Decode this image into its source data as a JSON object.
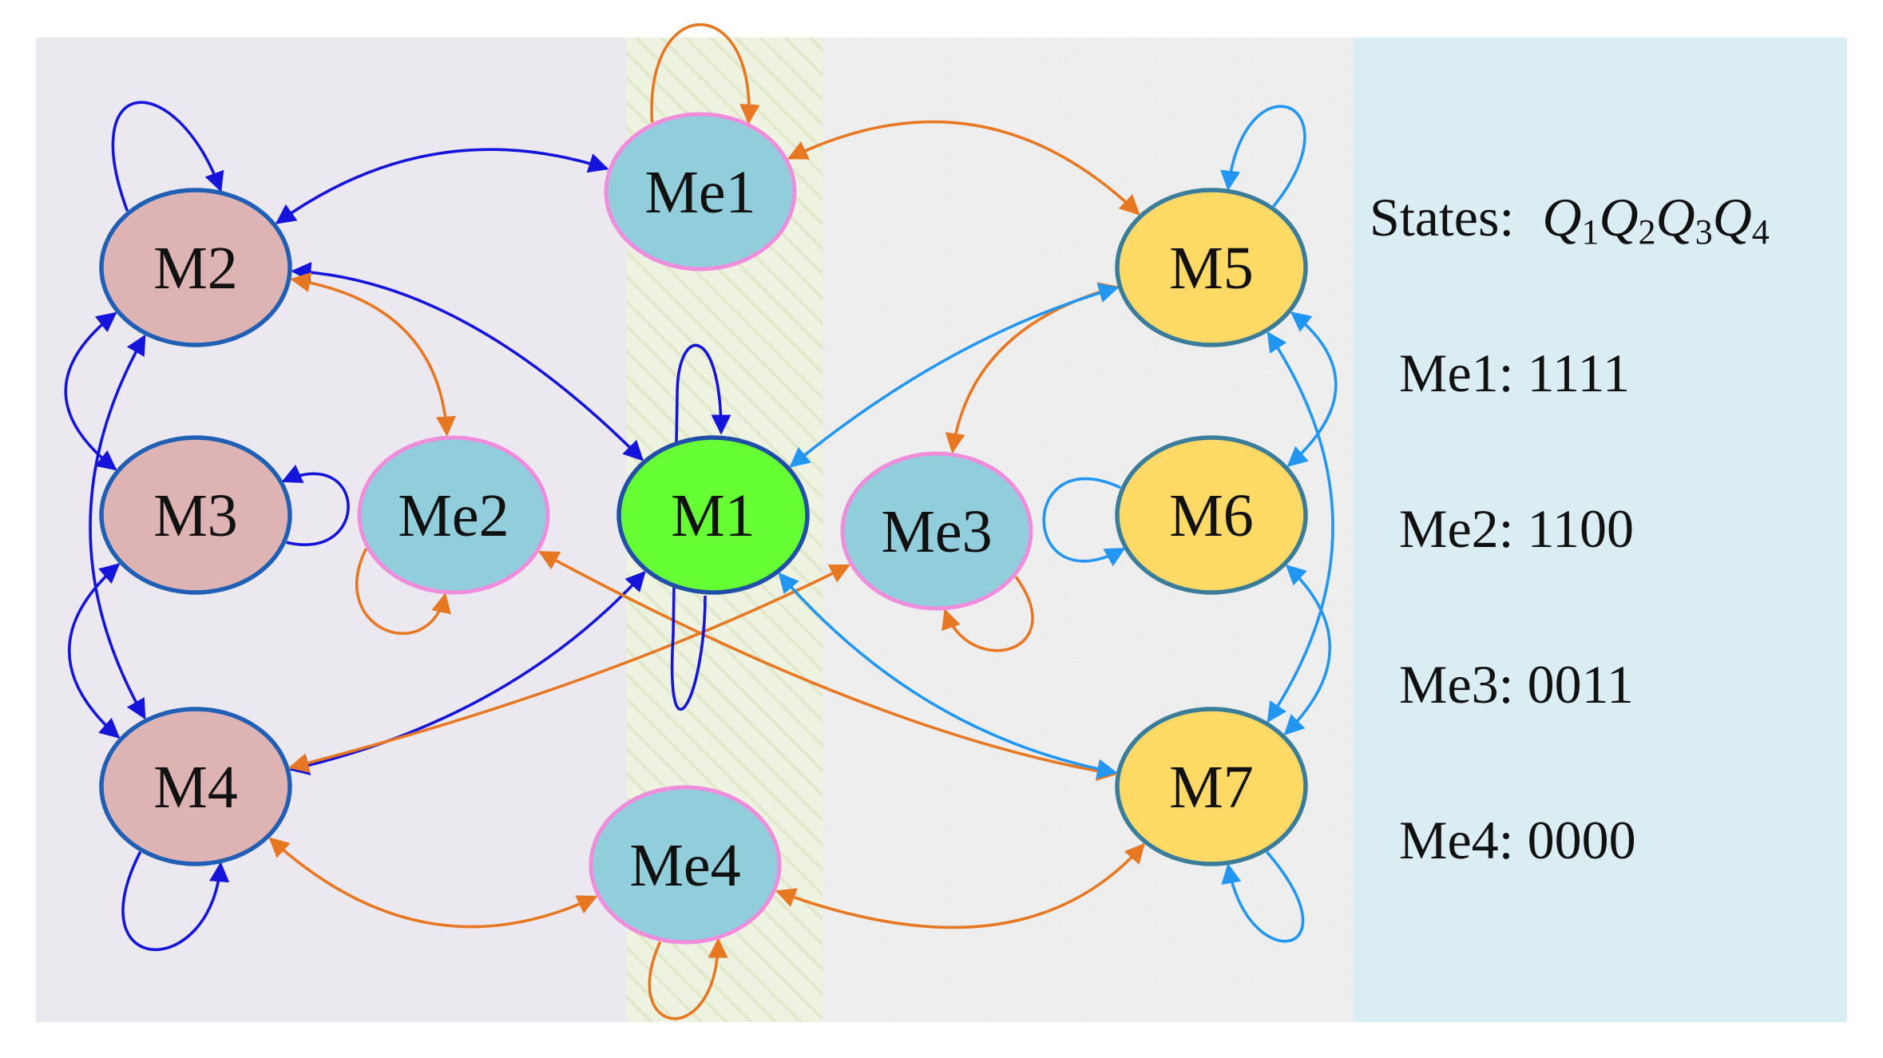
{
  "nodes": [
    {
      "id": "M1",
      "label": "M1",
      "fill": "#66ff33",
      "stroke": "#1f4fa8"
    },
    {
      "id": "M2",
      "label": "M2",
      "fill": "#ddb3b3",
      "stroke": "#1f5fb5"
    },
    {
      "id": "M3",
      "label": "M3",
      "fill": "#ddb3b3",
      "stroke": "#1f5fb5"
    },
    {
      "id": "M4",
      "label": "M4",
      "fill": "#ddb3b3",
      "stroke": "#1f5fb5"
    },
    {
      "id": "M5",
      "label": "M5",
      "fill": "#ffd966",
      "stroke": "#3a7d9a"
    },
    {
      "id": "M6",
      "label": "M6",
      "fill": "#ffd966",
      "stroke": "#3a7d9a"
    },
    {
      "id": "M7",
      "label": "M7",
      "fill": "#ffd966",
      "stroke": "#3a7d9a"
    },
    {
      "id": "Me1",
      "label": "Me1",
      "fill": "#92cddc",
      "stroke": "#f08cdc"
    },
    {
      "id": "Me2",
      "label": "Me2",
      "fill": "#92cddc",
      "stroke": "#f08cdc"
    },
    {
      "id": "Me3",
      "label": "Me3",
      "fill": "#92cddc",
      "stroke": "#f08cdc"
    },
    {
      "id": "Me4",
      "label": "Me4",
      "fill": "#92cddc",
      "stroke": "#f08cdc"
    }
  ],
  "colors": {
    "dark_blue": "#1414dc",
    "light_blue": "#2196f3",
    "orange": "#e87722",
    "panel_left": "#ece8f0",
    "panel_middle": "#eef2e0",
    "panel_right": "#eeeeee",
    "panel_legend": "#daedf3"
  },
  "edges": [
    {
      "from": "M2",
      "to": "Me1",
      "color": "dark_blue"
    },
    {
      "from": "M2",
      "to": "M1",
      "color": "dark_blue"
    },
    {
      "from": "M2",
      "to": "M3",
      "color": "dark_blue"
    },
    {
      "from": "M3",
      "to": "M4",
      "color": "dark_blue"
    },
    {
      "from": "M2",
      "to": "M4",
      "color": "dark_blue"
    },
    {
      "from": "M4",
      "to": "M1",
      "color": "dark_blue"
    },
    {
      "from": "M2",
      "to": "Me2",
      "color": "orange"
    },
    {
      "from": "Me1",
      "to": "M5",
      "color": "orange"
    },
    {
      "from": "M5",
      "to": "Me3",
      "color": "orange"
    },
    {
      "from": "Me2",
      "to": "M7",
      "color": "orange"
    },
    {
      "from": "Me3",
      "to": "M4",
      "color": "orange"
    },
    {
      "from": "M4",
      "to": "Me4",
      "color": "orange"
    },
    {
      "from": "Me4",
      "to": "M7",
      "color": "orange"
    },
    {
      "from": "M5",
      "to": "M1",
      "color": "light_blue"
    },
    {
      "from": "M5",
      "to": "M6",
      "color": "light_blue"
    },
    {
      "from": "M6",
      "to": "M7",
      "color": "light_blue"
    },
    {
      "from": "M5",
      "to": "M7",
      "color": "light_blue"
    },
    {
      "from": "M1",
      "to": "M7",
      "color": "light_blue"
    }
  ],
  "self_loops": [
    {
      "node": "M1",
      "color": "dark_blue"
    },
    {
      "node": "M2",
      "color": "dark_blue"
    },
    {
      "node": "M3",
      "color": "dark_blue"
    },
    {
      "node": "M4",
      "color": "dark_blue"
    },
    {
      "node": "Me1",
      "color": "orange"
    },
    {
      "node": "Me2",
      "color": "orange"
    },
    {
      "node": "Me3",
      "color": "orange"
    },
    {
      "node": "Me4",
      "color": "orange"
    },
    {
      "node": "M5",
      "color": "light_blue"
    },
    {
      "node": "M6",
      "color": "light_blue"
    },
    {
      "node": "M7",
      "color": "light_blue"
    }
  ],
  "legend": {
    "states_label": "States:",
    "states_vars": [
      {
        "var": "Q",
        "sub": "1"
      },
      {
        "var": "Q",
        "sub": "2"
      },
      {
        "var": "Q",
        "sub": "3"
      },
      {
        "var": "Q",
        "sub": "4"
      }
    ],
    "rows": [
      {
        "name": "Me1",
        "sep": ": ",
        "code": "1111"
      },
      {
        "name": "Me2",
        "sep": ": ",
        "code": "1100"
      },
      {
        "name": "Me3",
        "sep": ": ",
        "code": "0011"
      },
      {
        "name": "Me4",
        "sep": ": ",
        "code": "0000"
      }
    ]
  }
}
